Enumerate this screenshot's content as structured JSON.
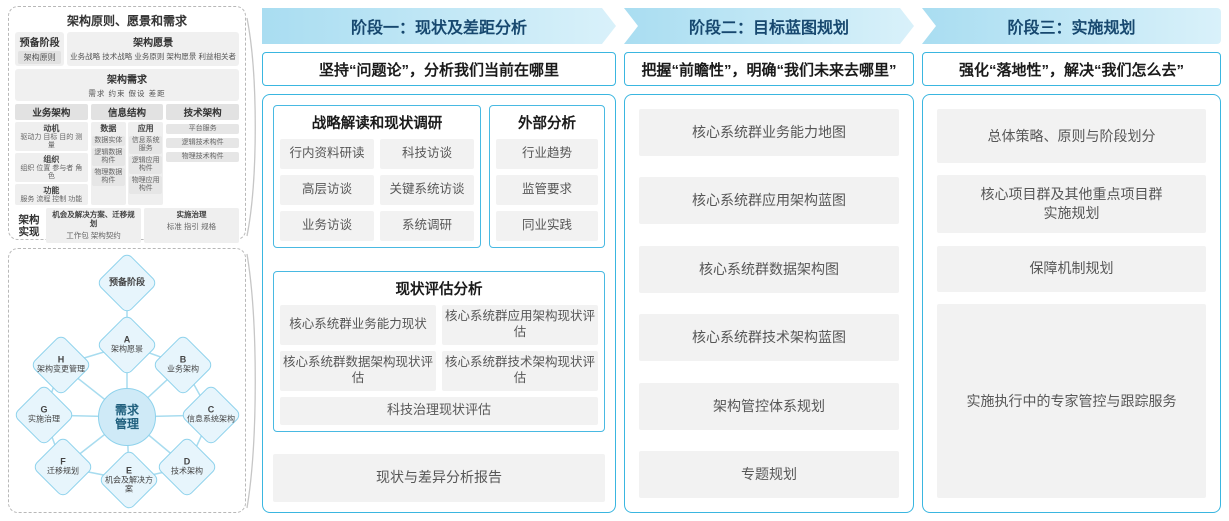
{
  "colors": {
    "accent_cyan": "#3ab6e0",
    "header_band": "#a9ddf1",
    "header_text": "#17486f",
    "item_bg": "#f2f2f2",
    "item_text": "#575757",
    "adm_fill": "#e7f5fc",
    "adm_center_fill": "#cfeaf7"
  },
  "left": {
    "principles": {
      "title": "架构原则、愿景和需求",
      "prep": {
        "title": "预备阶段",
        "item": "架构原则"
      },
      "vision": {
        "title": "架构愿景",
        "items": "业务战略 技术战略 业务原则 架构愿景 利益相关者"
      },
      "requirements": {
        "title": "架构需求",
        "items": "需求  约束  假设  差距"
      },
      "business": {
        "title": "业务架构",
        "groups": [
          {
            "title": "动机",
            "items": "驱动力 目标 目的 测量"
          },
          {
            "title": "组织",
            "items": "组织 位置 参与者 角色"
          },
          {
            "title": "功能",
            "items": "服务 流程 控制 功能"
          }
        ]
      },
      "information": {
        "title": "信息结构",
        "groups": [
          {
            "title": "数据",
            "items": [
              "数据实体",
              "逻辑数据构件",
              "物理数据构件"
            ]
          },
          {
            "title": "应用",
            "items": [
              "信息系统服务",
              "逻辑应用构件",
              "物理应用构件"
            ]
          }
        ]
      },
      "technology": {
        "title": "技术架构",
        "items": [
          "平台服务",
          "逻辑技术构件",
          "物理技术构件"
        ]
      },
      "implementation": {
        "title": "架构实现",
        "boxes": [
          {
            "title": "机会及解决方案、迁移规划",
            "items": "工作包 架构契约"
          },
          {
            "title": "实施治理",
            "items": "标准 指引 规格"
          }
        ]
      }
    },
    "adm": {
      "center": "需求管理",
      "nodes": [
        {
          "letter": "",
          "label": "预备阶段"
        },
        {
          "letter": "A",
          "label": "架构愿景"
        },
        {
          "letter": "B",
          "label": "业务架构"
        },
        {
          "letter": "C",
          "label": "信息系统架构"
        },
        {
          "letter": "D",
          "label": "技术架构"
        },
        {
          "letter": "E",
          "label": "机会及解决方案"
        },
        {
          "letter": "F",
          "label": "迁移规划"
        },
        {
          "letter": "G",
          "label": "实施治理"
        },
        {
          "letter": "H",
          "label": "架构变更管理"
        }
      ]
    }
  },
  "phases": [
    {
      "header": "阶段一：现状及差距分析",
      "subtitle": "坚持“问题论”，分析我们当前在哪里",
      "research": {
        "title": "战略解读和现状调研",
        "items": [
          "行内资料研读",
          "科技访谈",
          "高层访谈",
          "关键系统访谈",
          "业务访谈",
          "系统调研"
        ]
      },
      "external": {
        "title": "外部分析",
        "items": [
          "行业趋势",
          "监管要求",
          "同业实践"
        ]
      },
      "assessment": {
        "title": "现状评估分析",
        "items": [
          "核心系统群业务能力现状",
          "核心系统群应用架构现状评估",
          "核心系统群数据架构现状评估",
          "核心系统群技术架构现状评估",
          "科技治理现状评估"
        ]
      },
      "report": "现状与差异分析报告"
    },
    {
      "header": "阶段二：目标蓝图规划",
      "subtitle": "把握“前瞻性”，明确“我们未来去哪里”",
      "items": [
        "核心系统群业务能力地图",
        "核心系统群应用架构蓝图",
        "核心系统群数据架构图",
        "核心系统群技术架构蓝图",
        "架构管控体系规划",
        "专题规划"
      ]
    },
    {
      "header": "阶段三：实施规划",
      "subtitle": "强化“落地性”，解决“我们怎么去”",
      "items": [
        "总体策略、原则与阶段划分",
        "核心项目群及其他重点项目群\n实施规划",
        "保障机制规划",
        "实施执行中的专家管控与跟踪服务"
      ]
    }
  ]
}
